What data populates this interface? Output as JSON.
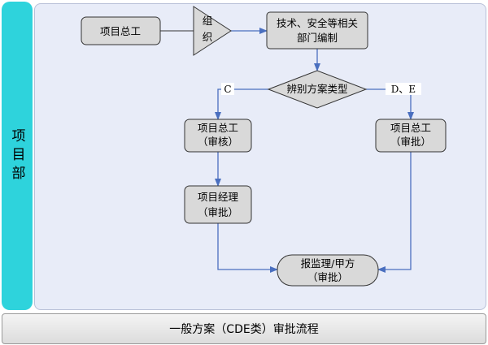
{
  "lane": {
    "title": "项目部"
  },
  "caption": "一般方案（CDE类）审批流程",
  "nodes": {
    "start": {
      "label": "项目总工"
    },
    "organize": {
      "line1": "组",
      "line2": "织"
    },
    "compile": {
      "line1": "技术、安全等相关",
      "line2": "部门编制"
    },
    "decision": {
      "label": "辨别方案类型"
    },
    "review_c": {
      "line1": "项目总工",
      "line2": "（审核）"
    },
    "approve_de": {
      "line1": "项目总工",
      "line2": "（审批）"
    },
    "manager": {
      "line1": "项目经理",
      "line2": "（审批）"
    },
    "submit": {
      "line1": "报监理/甲方",
      "line2": "（审批）"
    }
  },
  "edges": {
    "left_branch": "C",
    "right_branch": "D、E"
  },
  "colors": {
    "node_fill": "#d9d9d9",
    "node_stroke": "#333333",
    "arrow": "#4a6fbf",
    "lane_header": "#2ed3dc",
    "lane_bg": "#e8ecf8"
  }
}
